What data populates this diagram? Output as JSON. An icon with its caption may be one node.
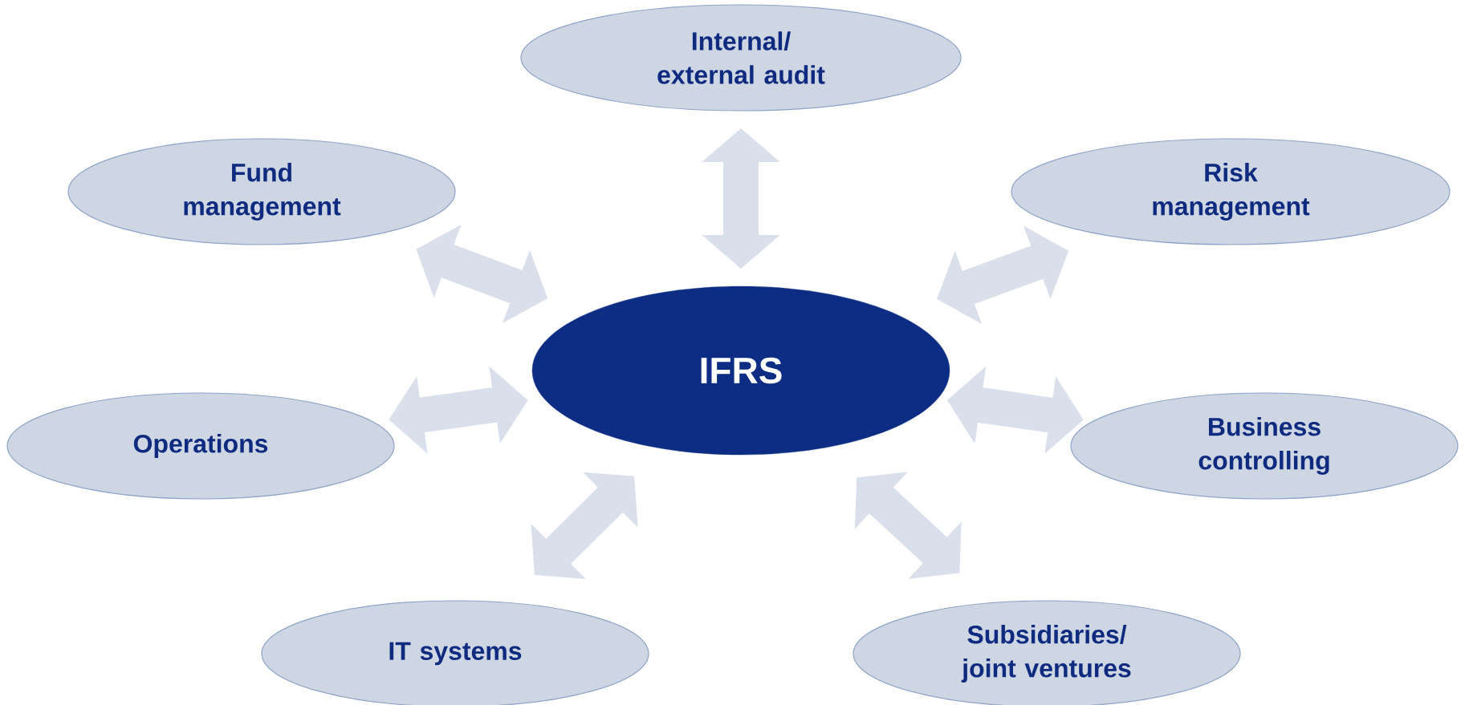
{
  "diagram": {
    "nodes": [
      {
        "text": [
          "Internal/ external audit"
        ]
      },
      {
        "text": [
          "Fund management"
        ]
      },
      {
        "text": [
          "Risk management"
        ]
      },
      {
        "text": [
          "IFRS"
        ]
      },
      {
        "text": [
          "Operations"
        ]
      },
      {
        "text": [
          "Business controlling"
        ]
      },
      {
        "text": [
          "IT systems"
        ]
      },
      {
        "text": [
          "Subsidiaries/ joint ventures"
        ]
      }
    ],
    "edges": [
      {
        "from": 3,
        "to": 0,
        "arrow": "both"
      },
      {
        "from": 3,
        "to": 1,
        "arrow": "both"
      },
      {
        "from": 3,
        "to": 2,
        "arrow": "both"
      },
      {
        "from": 3,
        "to": 4,
        "arrow": "both"
      },
      {
        "from": 3,
        "to": 5,
        "arrow": "both"
      },
      {
        "from": 3,
        "to": 6,
        "arrow": "both"
      },
      {
        "from": 3,
        "to": 7,
        "arrow": "both"
      }
    ]
  }
}
